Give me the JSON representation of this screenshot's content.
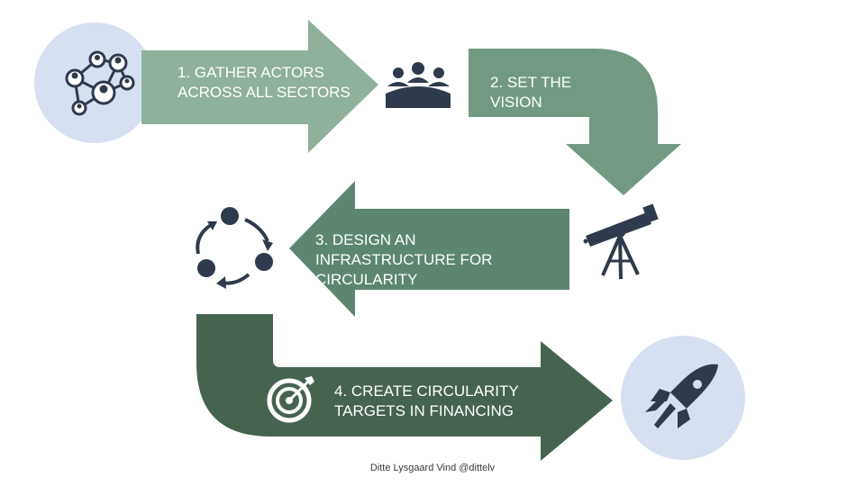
{
  "steps": [
    {
      "label_lines": [
        "1. GATHER ACTORS",
        "ACROSS ALL SECTORS"
      ],
      "color": "#8fb09a",
      "icon": "network-people-icon"
    },
    {
      "label_lines": [
        "2. SET THE",
        "VISION"
      ],
      "color": "#729a83",
      "icon": "team-meeting-icon"
    },
    {
      "label_lines": [
        "3. DESIGN AN",
        "INFRASTRUCTURE FOR",
        "CIRCULARITY"
      ],
      "color": "#5d8670",
      "icon": "telescope-icon"
    },
    {
      "label_lines": [
        "4. CREATE CIRCULARITY",
        "TARGETS IN FINANCING"
      ],
      "color": "#466350",
      "icon": "target-icon"
    }
  ],
  "extra_icons": [
    "cycle-icon",
    "rocket-icon"
  ],
  "colors": {
    "circle_bg": "#d6e0f0",
    "icon_dark": "#2f3a4c"
  },
  "credit": "Ditte Lysgaard Vind @dittelv"
}
